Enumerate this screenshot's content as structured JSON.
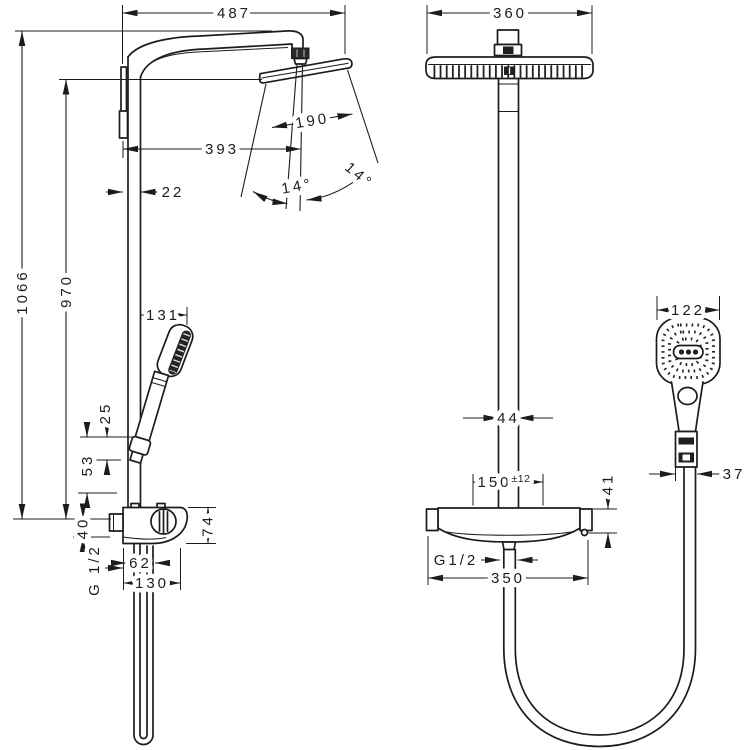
{
  "drawing": {
    "type": "technical-dimension-drawing",
    "subject": "shower system showerpipe, two-view installation drawing (side view and front view)",
    "line_color": "#1c1c1c",
    "background": "#ffffff",
    "left_view": {
      "name": "side view",
      "dims": {
        "width_overall": "487",
        "height_overall": "1066",
        "height_to_head": "970",
        "arm_reach": "393",
        "column_depth": "22",
        "head_diameter": "190",
        "spray_angle_left": "14°",
        "spray_angle_right": "14°",
        "handshower_reach": "131",
        "holder_offset": "25",
        "holder_height": "53",
        "supply_height": "40",
        "thread": "G 1/2",
        "supply_depth": "62",
        "valve_depth": "130",
        "valve_height": "74"
      }
    },
    "right_view": {
      "name": "front view",
      "dims": {
        "head_width": "360",
        "column_width": "44",
        "handshower_head_width": "122",
        "supply_spacing": "150",
        "supply_spacing_tolerance": "±12",
        "outlet_offset": "41",
        "hose_connector_width": "37",
        "thread": "G1/2",
        "valve_width": "350"
      }
    }
  }
}
